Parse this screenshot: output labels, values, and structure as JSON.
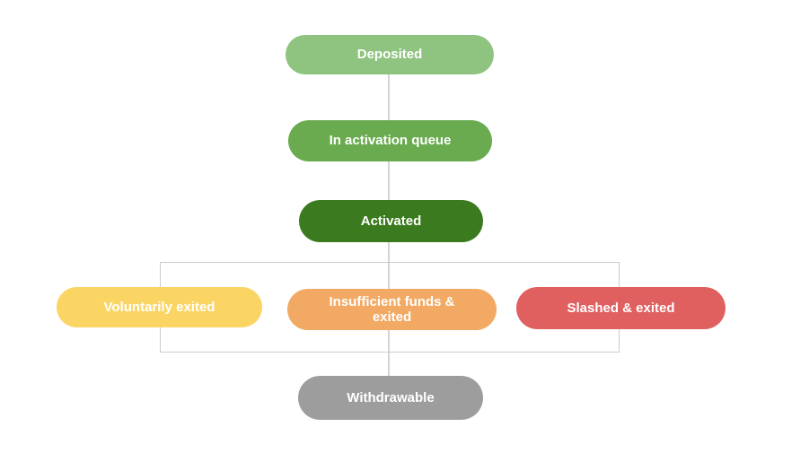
{
  "diagram": {
    "type": "flowchart",
    "nodes": [
      {
        "id": "deposited",
        "label": "Deposited",
        "color": "#8ec47f"
      },
      {
        "id": "in-activation-queue",
        "label": "In activation queue",
        "color": "#6aab4f"
      },
      {
        "id": "activated",
        "label": "Activated",
        "color": "#3b7a1e"
      },
      {
        "id": "voluntarily-exited",
        "label": "Voluntarily exited",
        "color": "#fbd564"
      },
      {
        "id": "insufficient-funds-exited",
        "label": "Insufficient funds & exited",
        "color": "#f2a963"
      },
      {
        "id": "slashed-exited",
        "label": "Slashed & exited",
        "color": "#e06060"
      },
      {
        "id": "withdrawable",
        "label": "Withdrawable",
        "color": "#9d9d9d"
      }
    ],
    "edges": [
      {
        "from": "deposited",
        "to": "in-activation-queue"
      },
      {
        "from": "in-activation-queue",
        "to": "activated"
      },
      {
        "from": "activated",
        "to": "exit-states-group"
      },
      {
        "from": "exit-states-group",
        "to": "withdrawable"
      }
    ],
    "connector_color": "#d4d4d4",
    "group_border_color": "#cccccc",
    "text_color": "#ffffff"
  }
}
